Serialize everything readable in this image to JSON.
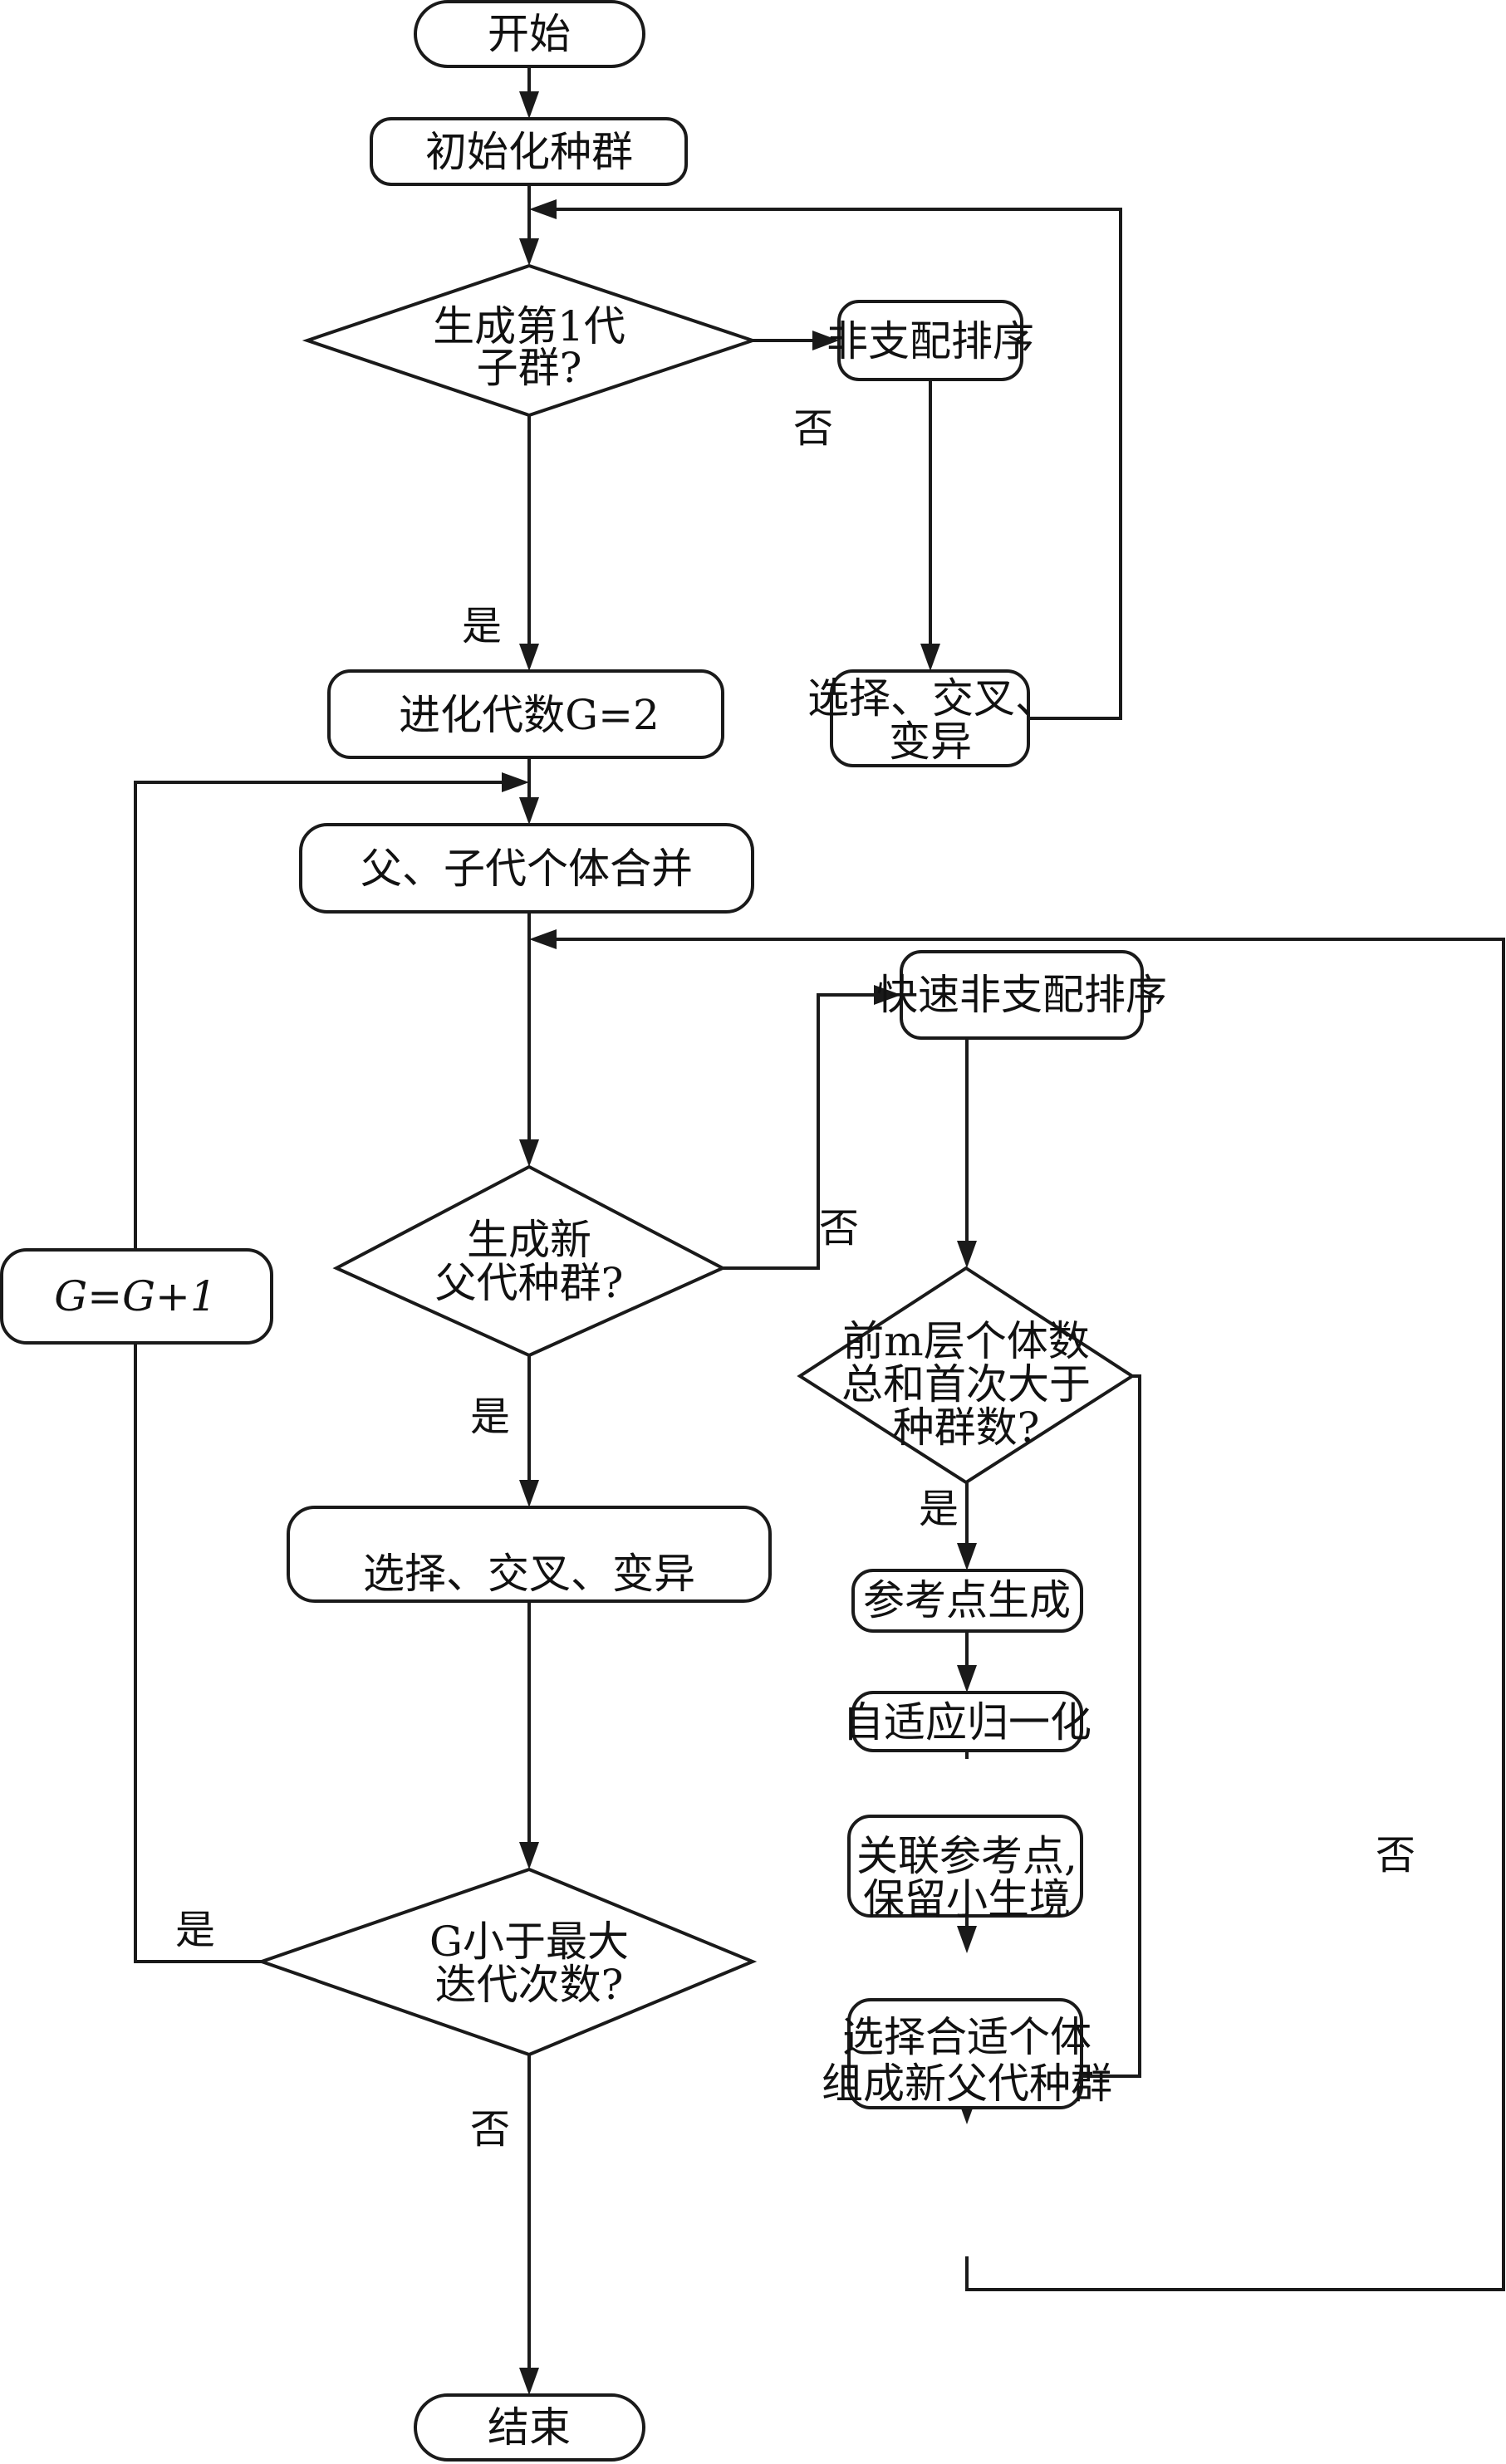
{
  "diagram": {
    "type": "flowchart",
    "nodes": {
      "start": {
        "shape": "terminal",
        "lines": [
          "开始"
        ]
      },
      "init_population": {
        "shape": "process",
        "lines": [
          "初始化种群"
        ]
      },
      "decision_first_gen": {
        "shape": "decision",
        "lines": [
          "生成第1代",
          "子群?"
        ]
      },
      "non_dominated_sort": {
        "shape": "process",
        "lines": [
          "非支配排序"
        ]
      },
      "select_cross_mutate_1": {
        "shape": "process",
        "lines": [
          "选择、交叉、",
          "变异"
        ]
      },
      "set_gen_2": {
        "shape": "process",
        "lines": [
          "进化代数G=2"
        ]
      },
      "merge_parent_child": {
        "shape": "process",
        "lines": [
          "父、子代个体合并"
        ]
      },
      "decision_new_parent": {
        "shape": "decision",
        "lines": [
          "生成新",
          "父代种群?"
        ]
      },
      "fast_non_dominated_sort": {
        "shape": "process",
        "lines": [
          "快速非支配排序"
        ]
      },
      "decision_top_m_layers": {
        "shape": "decision",
        "lines": [
          "前m层个体数",
          "总和首次大于",
          "种群数?"
        ]
      },
      "reference_points": {
        "shape": "process",
        "lines": [
          "参考点生成"
        ]
      },
      "adaptive_normalize": {
        "shape": "process",
        "lines": [
          "自适应归一化"
        ]
      },
      "associate_niche": {
        "shape": "process",
        "lines": [
          "关联参考点,",
          "保留小生境"
        ]
      },
      "select_new_parent": {
        "shape": "process",
        "lines": [
          "选择合适个体",
          "组成新父代种群"
        ]
      },
      "select_cross_mutate_2": {
        "shape": "process",
        "lines": [
          "选择、交叉、变异"
        ]
      },
      "decision_max_iter": {
        "shape": "decision",
        "lines": [
          "G小于最大",
          "迭代次数?"
        ]
      },
      "increment_gen": {
        "shape": "process",
        "lines": [
          "G=G+1"
        ]
      },
      "end": {
        "shape": "terminal",
        "lines": [
          "结束"
        ]
      }
    },
    "edge_labels": {
      "first_gen_no": "否",
      "first_gen_yes": "是",
      "new_parent_no": "否",
      "new_parent_yes": "是",
      "top_m_yes": "是",
      "top_m_no": "否",
      "max_iter_yes": "是",
      "max_iter_no": "否"
    },
    "edges": [
      {
        "from": "start",
        "to": "init_population"
      },
      {
        "from": "init_population",
        "to": "decision_first_gen"
      },
      {
        "from": "decision_first_gen",
        "to": "non_dominated_sort",
        "label": "否"
      },
      {
        "from": "non_dominated_sort",
        "to": "select_cross_mutate_1"
      },
      {
        "from": "select_cross_mutate_1",
        "to": "decision_first_gen"
      },
      {
        "from": "decision_first_gen",
        "to": "set_gen_2",
        "label": "是"
      },
      {
        "from": "set_gen_2",
        "to": "merge_parent_child"
      },
      {
        "from": "merge_parent_child",
        "to": "decision_new_parent"
      },
      {
        "from": "decision_new_parent",
        "to": "fast_non_dominated_sort",
        "label": "否"
      },
      {
        "from": "fast_non_dominated_sort",
        "to": "decision_top_m_layers"
      },
      {
        "from": "decision_top_m_layers",
        "to": "reference_points",
        "label": "是"
      },
      {
        "from": "reference_points",
        "to": "adaptive_normalize"
      },
      {
        "from": "adaptive_normalize",
        "to": "associate_niche"
      },
      {
        "from": "associate_niche",
        "to": "select_new_parent"
      },
      {
        "from": "decision_top_m_layers",
        "to": "select_new_parent",
        "label": "否"
      },
      {
        "from": "select_new_parent",
        "to": "decision_new_parent"
      },
      {
        "from": "decision_new_parent",
        "to": "select_cross_mutate_2",
        "label": "是"
      },
      {
        "from": "select_cross_mutate_2",
        "to": "decision_max_iter"
      },
      {
        "from": "decision_max_iter",
        "to": "increment_gen",
        "label": "是"
      },
      {
        "from": "increment_gen",
        "to": "merge_parent_child"
      },
      {
        "from": "decision_max_iter",
        "to": "end",
        "label": "否"
      }
    ]
  }
}
